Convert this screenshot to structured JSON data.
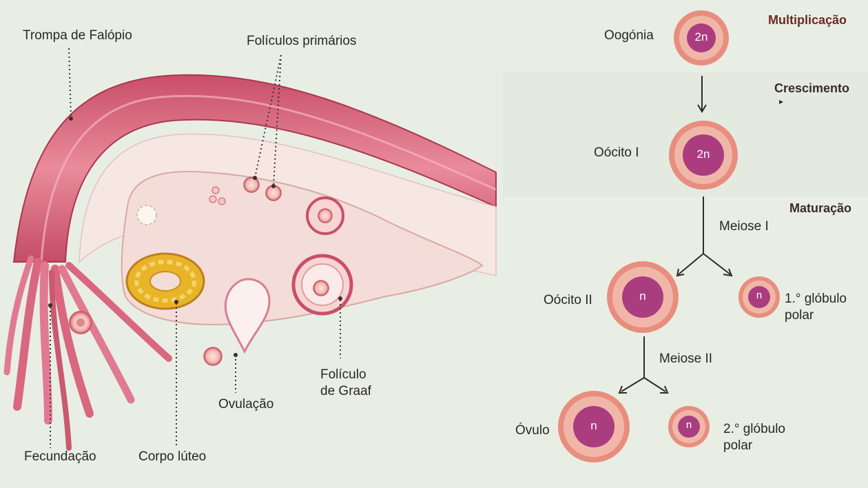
{
  "anatomy": {
    "trompa": "Trompa de Falópio",
    "foliculos_primarios": "Folículos primários",
    "foliculo_graaf_line1": "Folículo",
    "foliculo_graaf_line2": "de Graaf",
    "ovulacao": "Ovulação",
    "corpo_luteo": "Corpo lúteo",
    "fecundacao": "Fecundação"
  },
  "stages": {
    "multiplicacao": "Multiplicação",
    "crescimento": "Crescimento",
    "maturacao": "Maturação"
  },
  "cells": {
    "oogonia": {
      "label": "Oogónia",
      "ploidy": "2n"
    },
    "oocito1": {
      "label": "Oócito I",
      "ploidy": "2n"
    },
    "oocito2": {
      "label": "Oócito II",
      "ploidy": "n"
    },
    "globulo1": {
      "label_line1": "1.° glóbulo",
      "label_line2": "polar",
      "ploidy": "n"
    },
    "ovulo": {
      "label": "Óvulo",
      "ploidy": "n"
    },
    "globulo2": {
      "label_line1": "2.° glóbulo",
      "label_line2": "polar",
      "ploidy": "n"
    }
  },
  "divisions": {
    "meiose1": "Meiose I",
    "meiose2": "Meiose II"
  },
  "colors": {
    "cell_outer": "#e88e7f",
    "cell_ring": "#f0b7a8",
    "cell_nucleus": "#a93d80",
    "tube_pink": "#d9677f",
    "corpus_luteum": "#e9b42a",
    "background": "#e9eee4"
  }
}
